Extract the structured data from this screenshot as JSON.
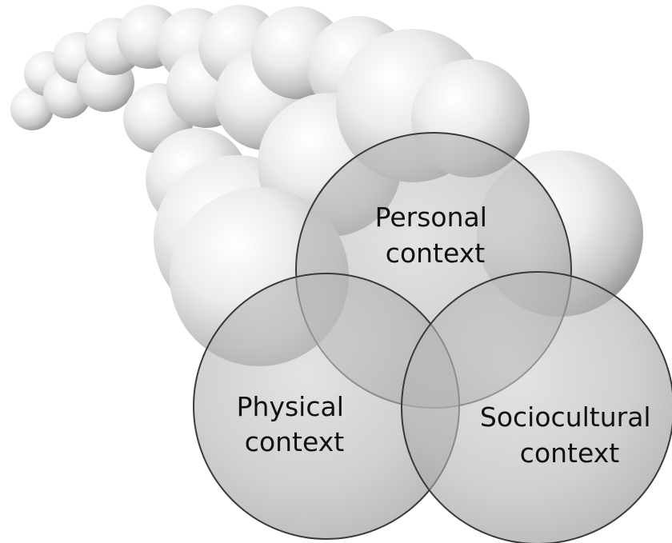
{
  "diagram": {
    "circles": [
      {
        "id": "personal",
        "label_lines": [
          "Personal",
          "context"
        ]
      },
      {
        "id": "physical",
        "label_lines": [
          "Physical",
          "context"
        ]
      },
      {
        "id": "sociocultural",
        "label_lines": [
          "Sociocultural",
          "context"
        ]
      }
    ],
    "colors": {
      "circle_fill": "#9a9a9a",
      "circle_stroke": "#3a3a3a",
      "sphere_light": "#ffffff",
      "sphere_dark": "#8f8f8f",
      "text": "#111111"
    }
  }
}
